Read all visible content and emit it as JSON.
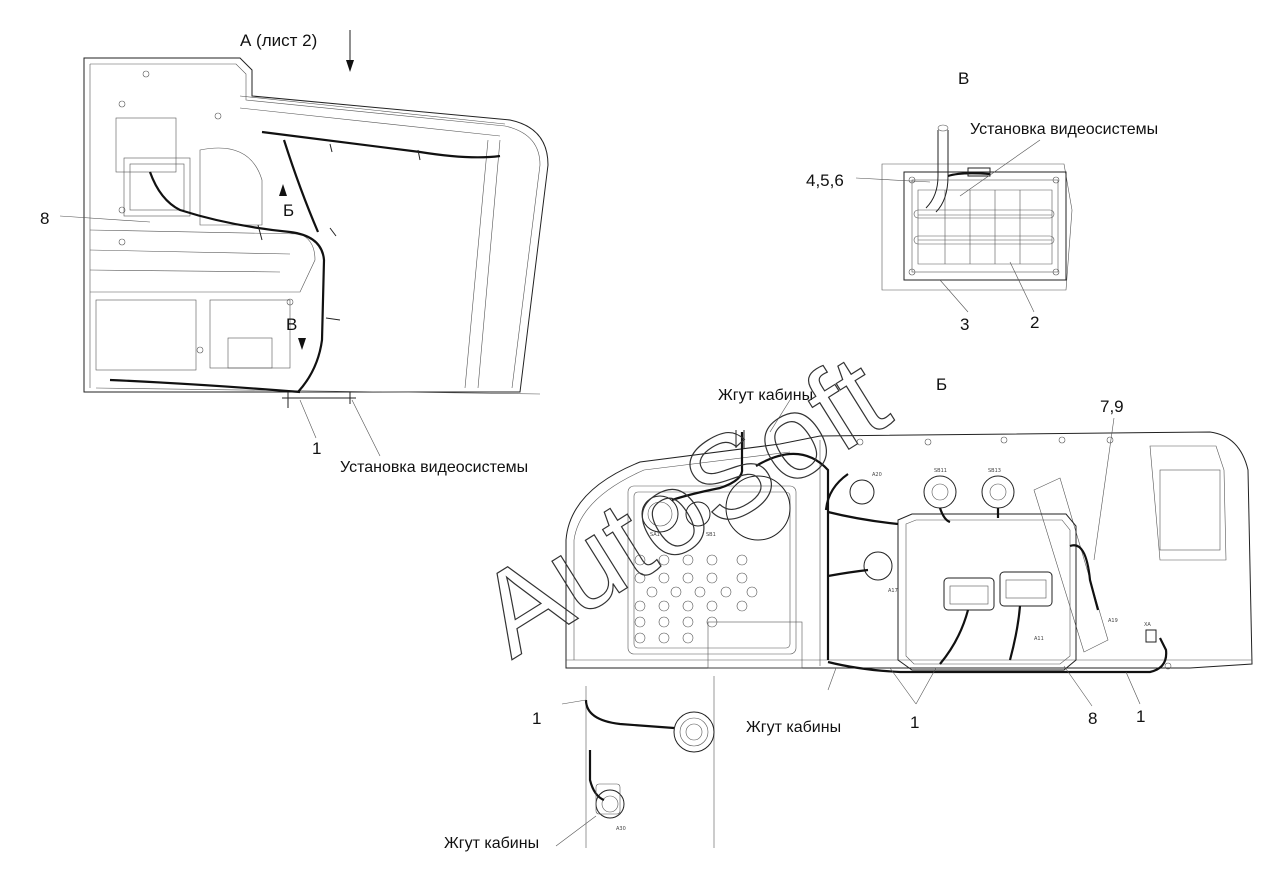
{
  "labels": {
    "view_a": "А (лист 2)",
    "view_b_marker": "Б",
    "view_v_marker": "В",
    "callout_8_left": "8",
    "callout_1_left": "1",
    "video_install_left": "Установка видеосистемы",
    "section_v_title": "В",
    "video_install_v": "Установка видеосистемы",
    "callout_456": "4,5,6",
    "callout_3": "3",
    "callout_2": "2",
    "section_b_title": "Б",
    "harness_top": "Жгут кабины",
    "callout_79": "7,9",
    "callout_1_inset": "1",
    "harness_mid": "Жгут кабины",
    "callout_1_mid": "1",
    "callout_8_right": "8",
    "callout_1_right": "1",
    "harness_bottom": "Жгут кабины"
  },
  "connector_tags": {
    "sa1": "SA1",
    "sb1": "SB1",
    "a20": "A20",
    "sb11": "SB11",
    "sb13": "SB13",
    "a17": "A17",
    "a11": "A11",
    "a30": "A30",
    "xa": "XA",
    "a19": "A19"
  },
  "watermark": "AutoSoft",
  "colors": {
    "line": "#222222",
    "background": "#ffffff"
  }
}
